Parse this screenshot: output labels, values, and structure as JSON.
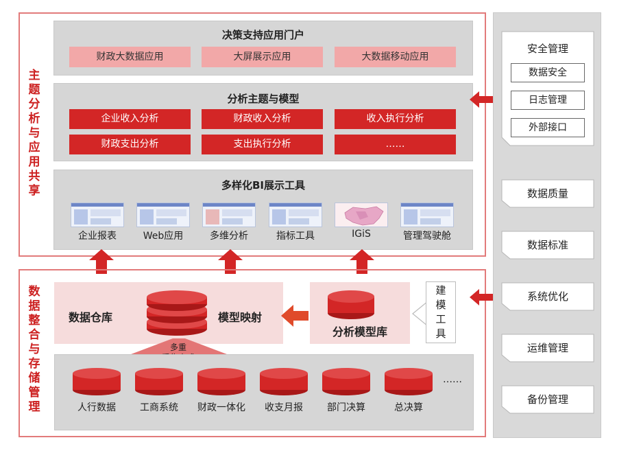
{
  "section_labels": {
    "top": "主题分析与应用共享",
    "bottom": "数据整合与存储管理"
  },
  "portal": {
    "title": "决策支持应用门户",
    "items": [
      "财政大数据应用",
      "大屏展示应用",
      "大数据移动应用"
    ]
  },
  "analysis": {
    "title": "分析主题与模型",
    "items": [
      "企业收入分析",
      "财政收入分析",
      "收入执行分析",
      "财政支出分析",
      "支出执行分析",
      "……"
    ]
  },
  "bi": {
    "title": "多样化BI展示工具",
    "tools": [
      "企业报表",
      "Web应用",
      "多维分析",
      "指标工具",
      "IGiS",
      "管理驾驶舱"
    ]
  },
  "warehouse": {
    "label": "数据仓库",
    "mapping": "模型映射",
    "model_lib": "分析模型库",
    "build_tool": "建模工具",
    "collect_line1": "多重",
    "collect_line2": "采集方式"
  },
  "sources": [
    "人行数据",
    "工商系统",
    "财政一体化",
    "收支月报",
    "部门决算",
    "总决算"
  ],
  "sources_more": "……",
  "security": {
    "title": "安全管理",
    "items": [
      "数据安全",
      "日志管理",
      "外部接口"
    ]
  },
  "side_items": [
    "数据质量",
    "数据标准",
    "系统优化",
    "运维管理",
    "备份管理"
  ],
  "colors": {
    "red": "#d32626",
    "pink": "#f2a8a8",
    "gray": "#d6d6d6",
    "frame": "#e27a7a"
  }
}
